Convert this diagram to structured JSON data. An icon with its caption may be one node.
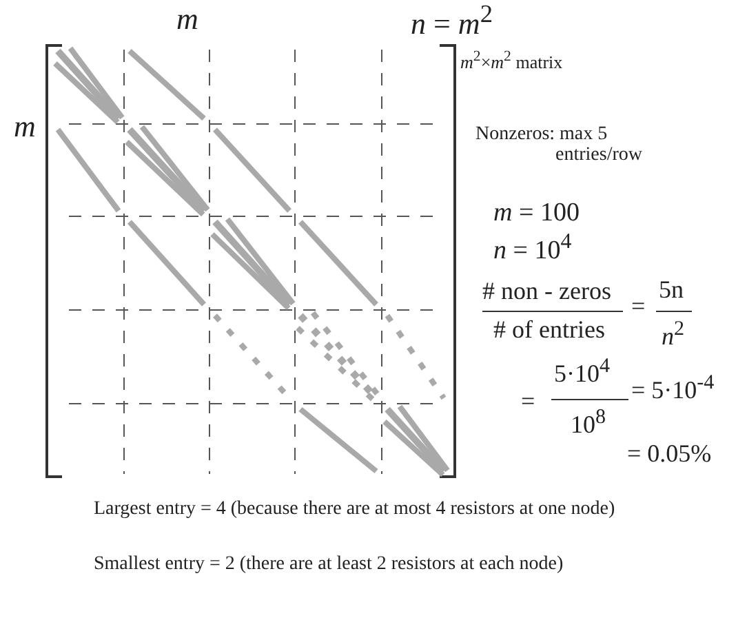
{
  "diagram": {
    "labels": [
      "*m*",
      "*n* = *m*$^{2}$",
      "*m*",
      "*m*$^{2}$×*m*$^{2}$ matrix",
      "Nonzeros:  max 5 entries/row",
      "*m* = 100",
      "*n* = 10$^{4}$",
      "# non - zeros",
      "=",
      "5n",
      "# of entries",
      "*n*$^{2}$",
      "=",
      "5·10$^{4}$",
      "= 5·10$^{-4}$",
      "10$^{8}$",
      "= 0.05%",
      "Largest entry = 4 (because there are at most 4 resistors at one node)",
      "Smallest entry = 2 (there are at least 2 resistors at each node)"
    ]
  }
}
